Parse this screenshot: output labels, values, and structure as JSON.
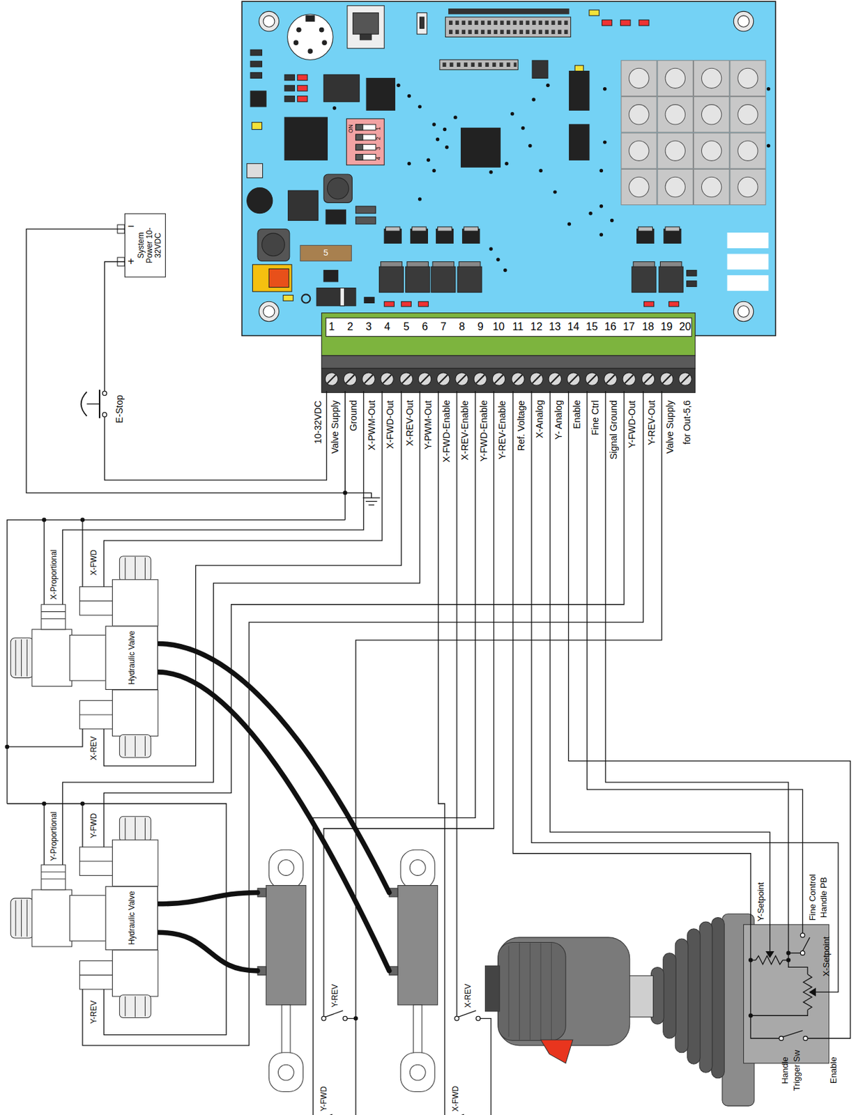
{
  "diagram": {
    "nodes": [
      {
        "text": [
          "−",
          "+",
          "System Power 10-32VDC"
        ]
      },
      {
        "text": [
          "1",
          "2",
          "3",
          "4",
          "5",
          "6",
          "7",
          "8",
          "9",
          "10",
          "11",
          "12",
          "13",
          "14",
          "15",
          "16",
          "17",
          "18",
          "19",
          "20"
        ]
      },
      {
        "text": [
          "Hydraulic Valve"
        ]
      },
      {
        "text": [
          "Hydraulic Valve"
        ]
      }
    ],
    "edges": [
      {
        "from": 1,
        "to": 0,
        "arrow": "none"
      },
      {
        "from": 1,
        "to": 0,
        "arrow": "none"
      }
    ],
    "labels": [
      "10-32VDC",
      "Valve Supply",
      "Ground",
      "X-PWM-Out",
      "X-FWD-Out",
      "X-REV-Out",
      "Y-PWM-Out",
      "X-FWD-Enable",
      "X-REV-Enable",
      "Y-FWD-Enable",
      "Y-REV-Enable",
      "Ref. Voltage",
      "X-Analog",
      "Y- Analog",
      "Enable",
      "Fine Ctrl",
      "Signal Ground",
      "Y-FWD-Out",
      "Y-REV-Out",
      "Valve Supply",
      "for Out-5,6",
      "E-Stop",
      "X-Proportional",
      "X-FWD",
      "X-REV",
      "Y-Proportional",
      "Y-FWD",
      "Y-REV",
      "Y-REV",
      "Y-FWD",
      "X-REV",
      "X-FWD",
      "Y-Setpoint",
      "Fine Control",
      "Handle PB",
      "X-Setpoint",
      "Handle",
      "Trigger Sw",
      "Enable",
      "ON",
      "1",
      "2",
      "3",
      "4",
      "5"
    ]
  }
}
